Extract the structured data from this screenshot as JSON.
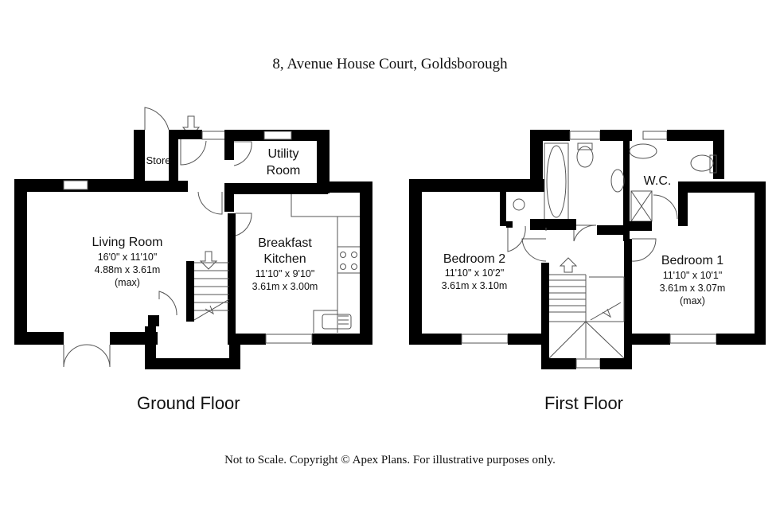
{
  "header": {
    "title": "8, Avenue House Court, Goldsborough"
  },
  "ground_floor": {
    "label": "Ground Floor",
    "rooms": {
      "store": {
        "name": "Store"
      },
      "utility": {
        "name_line1": "Utility",
        "name_line2": "Room"
      },
      "living": {
        "name": "Living Room",
        "dim_imperial": "16'0\" x 11'10\"",
        "dim_metric": "4.88m x 3.61m",
        "note": "(max)"
      },
      "kitchen": {
        "name_line1": "Breakfast",
        "name_line2": "Kitchen",
        "dim_imperial": "11'10\" x 9'10\"",
        "dim_metric": "3.61m x 3.00m"
      }
    }
  },
  "first_floor": {
    "label": "First Floor",
    "rooms": {
      "wc": {
        "name": "W.C."
      },
      "bedroom2": {
        "name": "Bedroom 2",
        "dim_imperial": "11'10\" x 10'2\"",
        "dim_metric": "3.61m x 3.10m"
      },
      "bedroom1": {
        "name": "Bedroom 1",
        "dim_imperial": "11'10\" x 10'1\"",
        "dim_metric": "3.61m x 3.07m",
        "note": "(max)"
      }
    }
  },
  "footer": {
    "disclaimer": "Not to Scale. Copyright © Apex Plans. For illustrative purposes only."
  }
}
